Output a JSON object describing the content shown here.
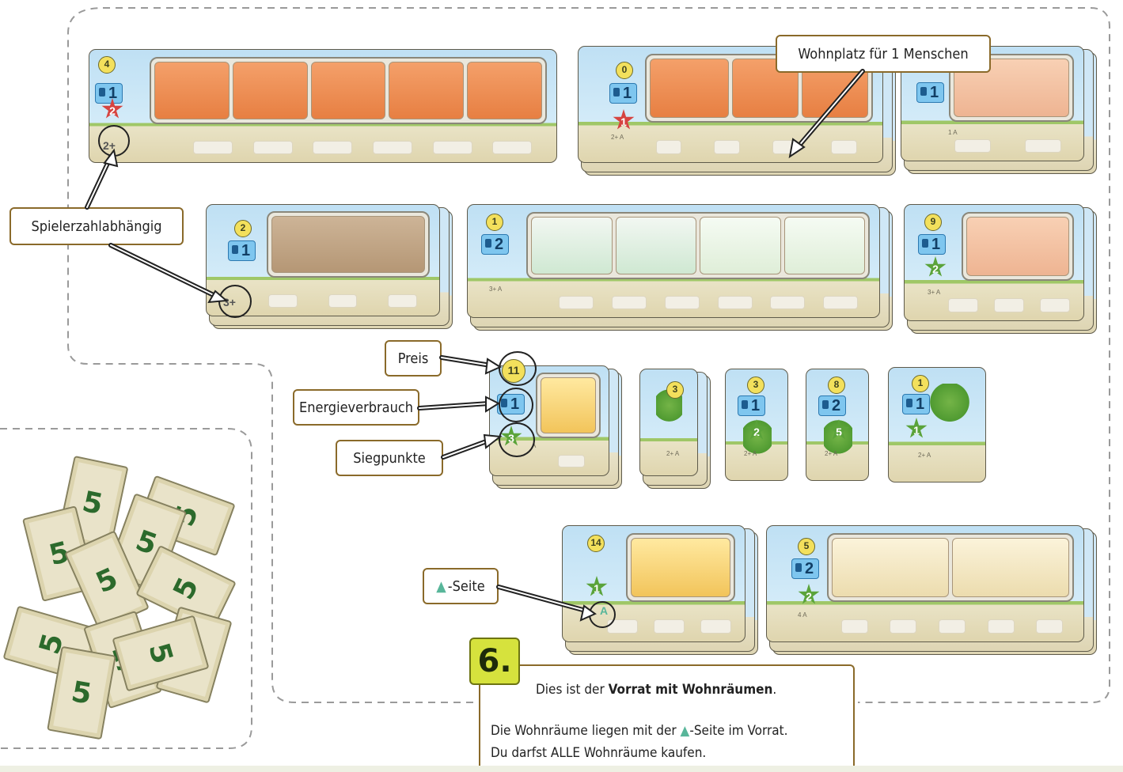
{
  "callouts": {
    "wohnplatz": "Wohnplatz für 1 Menschen",
    "spielerzahl": "Spielerzahlabhängig",
    "preis": "Preis",
    "energie": "Energieverbrauch",
    "siegpunkte": "Siegpunkte",
    "a_seite_symbol": "▲",
    "a_seite_text": "-Seite"
  },
  "tiles": {
    "gym": {
      "price": "4",
      "energy": "1",
      "star": "2",
      "players": "2+"
    },
    "cinema": {
      "price": "0",
      "energy": "1",
      "star": "1",
      "players": "2+ A"
    },
    "living": {
      "energy": "1",
      "players": "1 A"
    },
    "music": {
      "price": "2",
      "energy": "1",
      "players": "3+"
    },
    "dining": {
      "price": "1",
      "energy": "2",
      "players": "3+ A"
    },
    "fireplace": {
      "price": "9",
      "energy": "1",
      "star": "2",
      "players": "3+ A"
    },
    "bedroom": {
      "price": "11",
      "energy": "1",
      "star": "3",
      "players": "A"
    },
    "garden_a": {
      "price": "3",
      "players": "2+ A"
    },
    "garden_b": {
      "price": "3",
      "energy": "1",
      "star": "2",
      "players": "2+ A"
    },
    "garden_c": {
      "price": "8",
      "energy": "2",
      "star": "5",
      "players": "2+ A"
    },
    "garden_d": {
      "price": "1",
      "energy": "1",
      "star": "1",
      "players": "2+ A"
    },
    "lounge": {
      "price": "14",
      "star": "1",
      "players": "A"
    },
    "atelier": {
      "price": "5",
      "energy": "2",
      "star": "2",
      "players": "4 A"
    }
  },
  "money": {
    "bill_value": "5"
  },
  "info": {
    "step": "6.",
    "line1_pre": "Dies ist der ",
    "line1_bold": "Vorrat mit Wohnräumen",
    "line1_post": ".",
    "line2_pre": "Die Wohnräume liegen mit der ",
    "line2_symbol": "▲",
    "line2_post": "-Seite im Vorrat.",
    "line3": "Du darfst ALLE Wohnräume kaufen."
  },
  "colors": {
    "callout_border": "#8a6a2a",
    "step_badge": "#d6e23d",
    "a_side": "#58b69a"
  }
}
